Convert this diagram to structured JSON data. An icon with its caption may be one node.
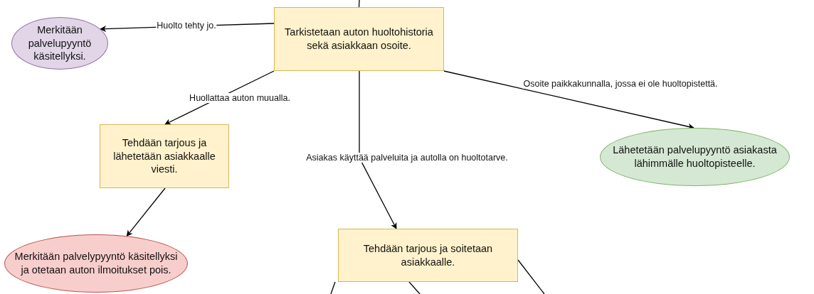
{
  "diagram": {
    "nodes": [
      {
        "text": [
          "Tarkistetaan auton huoltohistoria sekä asiakkaan osoite."
        ]
      },
      {
        "text": [
          "Merkitään palvelupyyntö käsitellyksi."
        ]
      },
      {
        "text": [
          "Tehdään tarjous ja lähetetään asiakkaalle viesti."
        ]
      },
      {
        "text": [
          "Lähetetään palvelupyyntö asiakasta lähimmälle huoltopisteelle."
        ]
      },
      {
        "text": [
          "Merkitään palvelypyyntö käsitellyksi ja otetaan auton ilmoitukset pois."
        ]
      },
      {
        "text": [
          "Tehdään tarjous ja soitetaan asiakkaalle."
        ]
      }
    ],
    "edges": [
      {
        "from": null,
        "to": 0,
        "arrow": "none"
      },
      {
        "from": 0,
        "to": 1,
        "arrow": "to",
        "label": "Huolto tehty jo."
      },
      {
        "from": 0,
        "to": 2,
        "arrow": "to",
        "label": "Huollattaa auton muualla."
      },
      {
        "from": 0,
        "to": 5,
        "arrow": "to",
        "label": "Asiakas käyttää palveluita ja autolla on huoltotarve."
      },
      {
        "from": 0,
        "to": 3,
        "arrow": "to",
        "label": "Osoite paikkakunnalla, jossa ei ole huoltopistettä."
      },
      {
        "from": 2,
        "to": 4,
        "arrow": "to"
      },
      {
        "from": 5,
        "to": null,
        "arrow": "none"
      },
      {
        "from": 5,
        "to": null,
        "arrow": "none"
      },
      {
        "from": 5,
        "to": null,
        "arrow": "none"
      }
    ]
  }
}
